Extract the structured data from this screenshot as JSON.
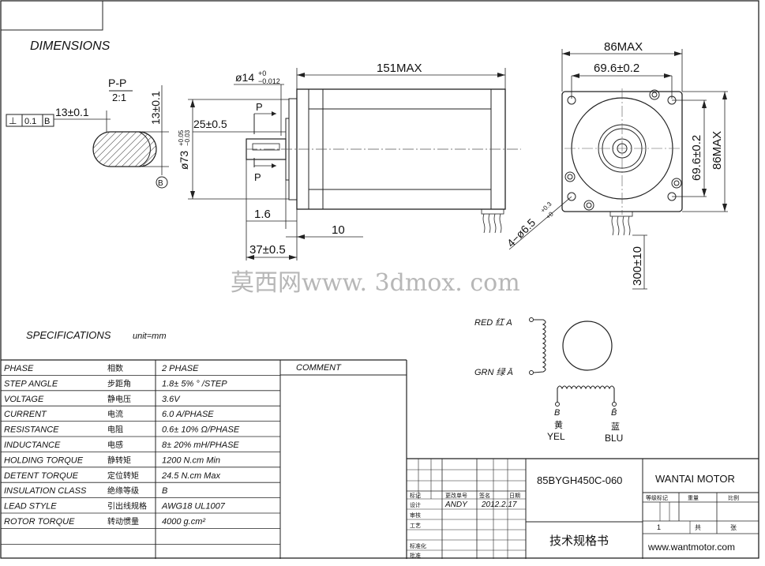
{
  "drawing": {
    "dimensions_heading": "DIMENSIONS",
    "section_label": "P-P",
    "section_scale": "2:1",
    "tolerance_box": [
      "⊥",
      "0.1",
      "B"
    ],
    "datum_b": "B",
    "dims": {
      "key_width": "13±0.1",
      "key_height": "13±0.1",
      "shaft_dia": "ø14",
      "shaft_tol_plus": "+0",
      "shaft_tol_minus": "−0.012",
      "body_length": "151MAX",
      "pilot_dia": "ø73",
      "pilot_tol_plus": "+0.05",
      "pilot_tol_minus": "−0.03",
      "shaft_key_len": "25±0.5",
      "flange_thk": "1.6",
      "flange_off": "10",
      "shaft_len": "37±0.5",
      "cut_p": "P",
      "square_w": "86MAX",
      "hole_pitch_w": "69.6±0.2",
      "hole_pitch_h": "69.6±0.2",
      "square_h": "86MAX",
      "mount_holes": "4−ø6.5",
      "mount_tol_plus": "+0.3",
      "mount_tol_minus": "+0",
      "lead_len": "300±10"
    },
    "watermark": "莫西网www. 3dmox. com"
  },
  "wiring": {
    "red": "RED 红 A",
    "grn": "GRN 绿 Ā",
    "b_left": "B",
    "yellow_cn": "黄",
    "yellow": "YEL",
    "b_right": "B̄",
    "blue_cn": "蓝",
    "blue": "BLU"
  },
  "specs": {
    "heading": "SPECIFICATIONS",
    "unit": "unit=mm",
    "comment_header": "COMMENT",
    "rows": [
      {
        "en": "PHASE",
        "cn": "相数",
        "value": "2  PHASE"
      },
      {
        "en": "STEP ANGLE",
        "cn": "步距角",
        "value": "1.8± 5% ° /STEP"
      },
      {
        "en": "VOLTAGE",
        "cn": "静电压",
        "value": "3.6V"
      },
      {
        "en": "CURRENT",
        "cn": "电流",
        "value": "6.0 A/PHASE"
      },
      {
        "en": "RESISTANCE",
        "cn": "电阻",
        "value": "0.6± 10%  Ω/PHASE"
      },
      {
        "en": "INDUCTANCE",
        "cn": "电感",
        "value": "8± 20% mH/PHASE"
      },
      {
        "en": "HOLDING TORQUE",
        "cn": "静转矩",
        "value": "1200  N.cm Min"
      },
      {
        "en": "DETENT TORQUE",
        "cn": "定位转矩",
        "value": "24.5 N.cm Max"
      },
      {
        "en": "INSULATION CLASS",
        "cn": "绝缘等级",
        "value": "B"
      },
      {
        "en": "LEAD STYLE",
        "cn": "引出线规格",
        "value": "AWG18 UL1007"
      },
      {
        "en": "ROTOR TORQUE",
        "cn": "转动惯量",
        "value": "4000 g.cm²"
      }
    ]
  },
  "title_block": {
    "model": "85BYGH450C-060",
    "company": "WANTAI MOTOR",
    "doc_type": "技术规格书",
    "website": "www.wantmotor.com",
    "mark_hdr": "标记",
    "change_hdr": "更改单号",
    "sign_hdr": "签名",
    "date_hdr": "日期",
    "design_lbl": "设计",
    "designer": "ANDY",
    "design_date": "2012.2.17",
    "review_lbl": "审核",
    "craft_lbl": "工艺",
    "std_lbl": "标准化",
    "approve_lbl": "批准",
    "grade_hdr": "等级标记",
    "weight_hdr": "重量",
    "scale_hdr": "比例",
    "sheet_no": "1",
    "total_lbl": "共",
    "sheet_lbl": "张"
  }
}
